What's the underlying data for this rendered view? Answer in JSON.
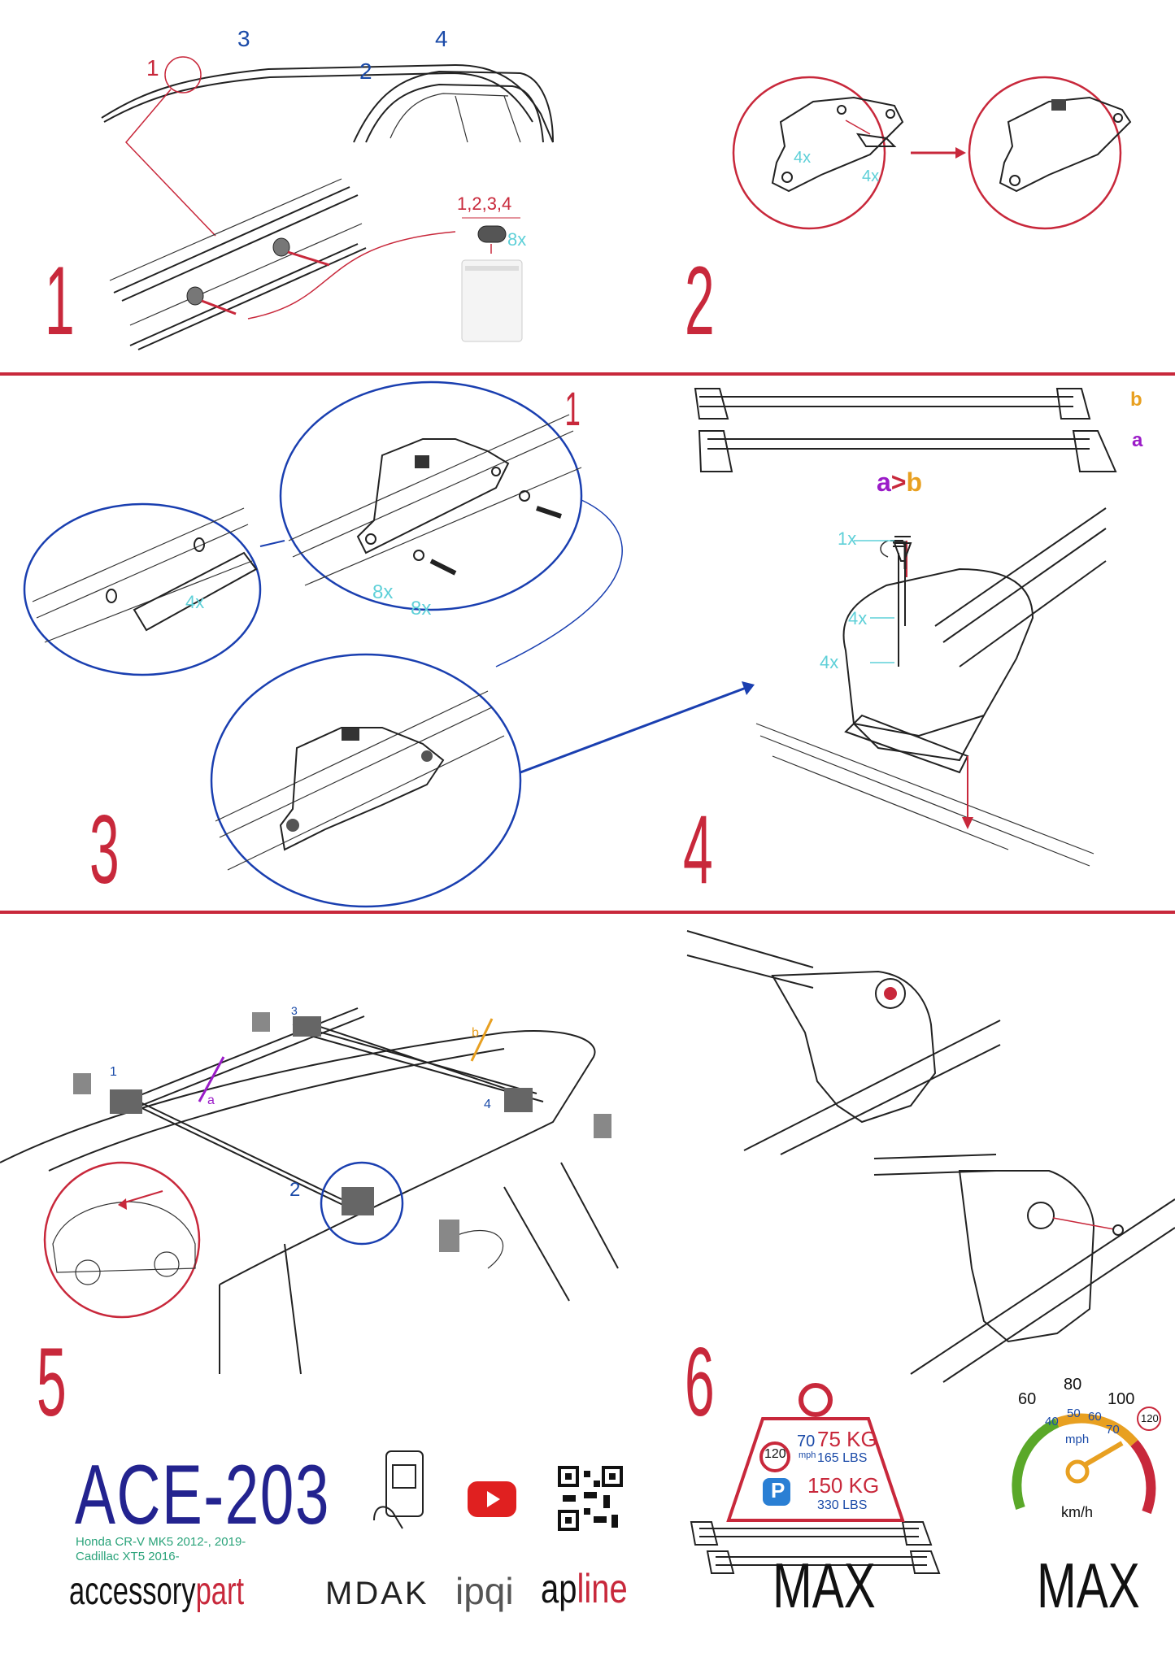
{
  "steps": {
    "s1": "1",
    "s2": "2",
    "s3": "3",
    "s4": "4",
    "s5": "5",
    "s6": "6"
  },
  "step1": {
    "roof_point_1": "1",
    "roof_point_2": "2",
    "roof_point_3": "3",
    "roof_point_4": "4",
    "cap_positions": "1,2,3,4",
    "cap_qty": "8x"
  },
  "step2": {
    "qty_left": "4x",
    "qty_right": "4x"
  },
  "step3": {
    "sub_step": "1",
    "plate_qty": "4x",
    "washer_qty": "8x",
    "bolt_qty": "8x"
  },
  "step4": {
    "bar_b": "b",
    "bar_a": "a",
    "order_a": "a",
    "order_sign": ">",
    "order_b": "b",
    "tool_qty": "1x",
    "bolt_qty": "4x",
    "washer_qty": "4x"
  },
  "step5": {
    "pos1": "1",
    "pos2": "2",
    "pos3": "3",
    "pos4": "4",
    "bar_a": "a",
    "bar_b": "b"
  },
  "load": {
    "speed_limit": "120",
    "speed_mph": "70",
    "speed_mph_unit": "mph",
    "dynamic_kg": "75 KG",
    "dynamic_lbs": "165 LBS",
    "parking_symbol": "P",
    "static_kg": "150 KG",
    "static_lbs": "330 LBS",
    "max_label": "MAX"
  },
  "speedometer": {
    "kmh_60": "60",
    "kmh_80": "80",
    "kmh_100": "100",
    "kmh_120": "120",
    "mph_40": "40",
    "mph_50": "50",
    "mph_60": "60",
    "mph_70": "70",
    "mph_unit": "mph",
    "kmh_unit": "km/h",
    "max_label": "MAX"
  },
  "product": {
    "model": "ACE-203",
    "fit_line1": "Honda CR-V MK5 2012-, 2019-",
    "fit_line2": "Cadillac XT5 2016-"
  },
  "brands": {
    "b1a": "accessory",
    "b1b": "part",
    "b2": "MDAK",
    "b3": "ipqi",
    "b4a": "ap",
    "b4b": "line"
  },
  "colors": {
    "accent_red": "#c8283b",
    "line_blue": "#1a3fb0",
    "qty_cyan": "#5fd0d8",
    "bar_a": "#9b1cc8",
    "bar_b": "#e8a021"
  }
}
